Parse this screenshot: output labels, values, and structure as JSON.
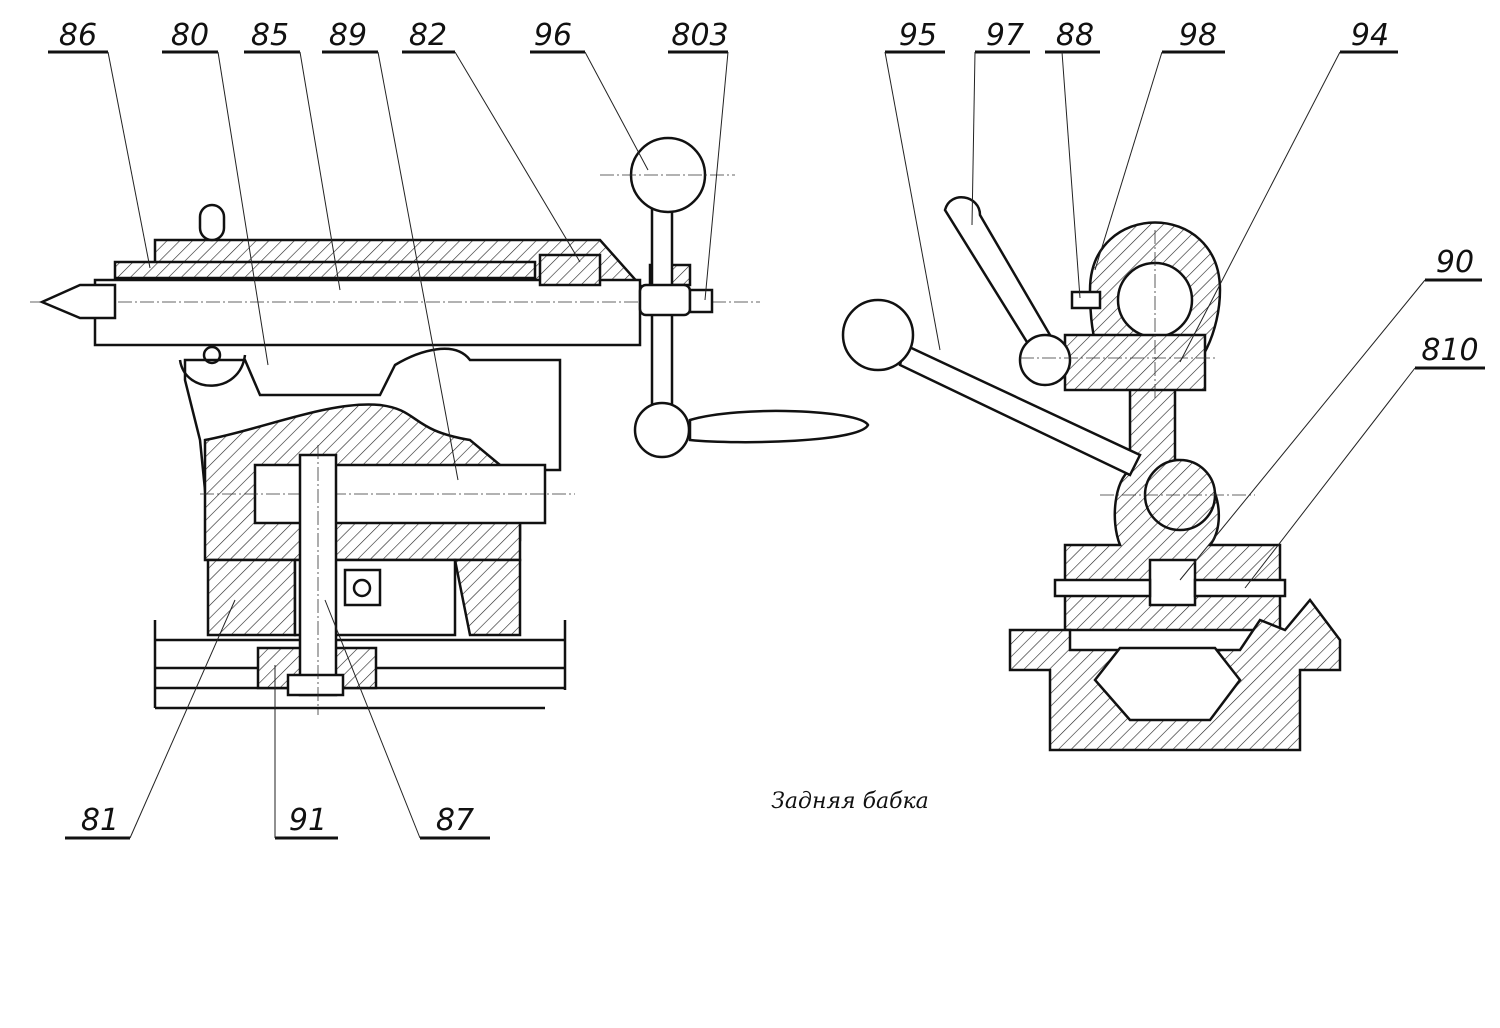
{
  "title": "Задняя бабка",
  "callouts_top_left": [
    "86",
    "80",
    "85",
    "89",
    "82",
    "96",
    "803"
  ],
  "callouts_top_right": [
    "95",
    "97",
    "88",
    "98",
    "94"
  ],
  "callouts_right": [
    "90",
    "810"
  ],
  "callouts_bottom": [
    "81",
    "91",
    "87"
  ],
  "colors": {
    "ink": "#111111",
    "paper": "#ffffff"
  }
}
